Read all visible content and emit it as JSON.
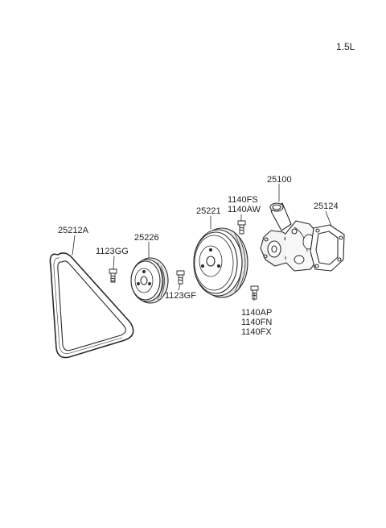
{
  "diagram": {
    "engine_label": "1.5L",
    "parts": {
      "belt": "25212A",
      "bolt_idler": "1123GG",
      "idler_pulley": "25226",
      "bolt_pulley": "1123GF",
      "pump_pulley": "25221",
      "bolt_pump_top_1": "1140FS",
      "bolt_pump_top_2": "1140AW",
      "water_pump": "25100",
      "gasket": "25124",
      "bolt_pump_bottom_1": "1140AP",
      "bolt_pump_bottom_2": "1140FN",
      "bolt_pump_bottom_3": "1140FX"
    }
  }
}
